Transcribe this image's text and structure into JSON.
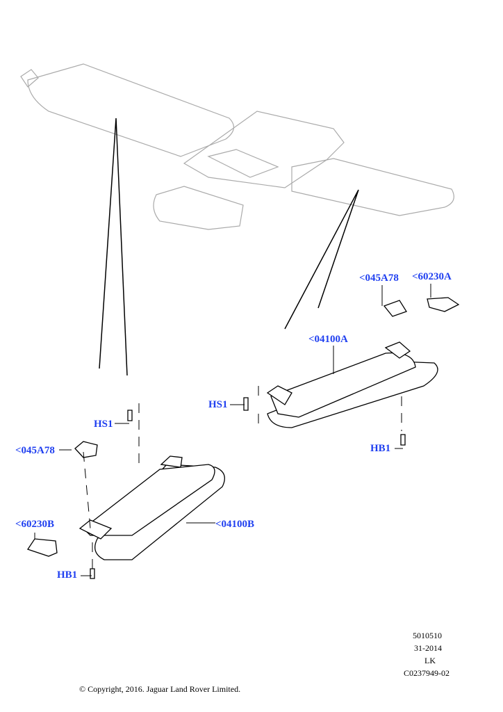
{
  "callouts": {
    "left_hs1": "HS1",
    "left_bracket": "<045A78",
    "left_clip": "<60230B",
    "left_hb1": "HB1",
    "left_visor": "<04100B",
    "right_bracket": "<045A78",
    "right_clip": "<60230A",
    "right_visor": "<04100A",
    "right_hs1": "HS1",
    "right_hb1": "HB1"
  },
  "info": {
    "code1": "5010510",
    "code2": "31-2014",
    "code3": "LK",
    "code4": "C0237949-02"
  },
  "copyright": "© Copyright, 2016. Jaguar Land Rover Limited.",
  "colors": {
    "callout": "#1f3ff0",
    "overview_line": "#b0b0b0",
    "part_line": "#000000"
  }
}
